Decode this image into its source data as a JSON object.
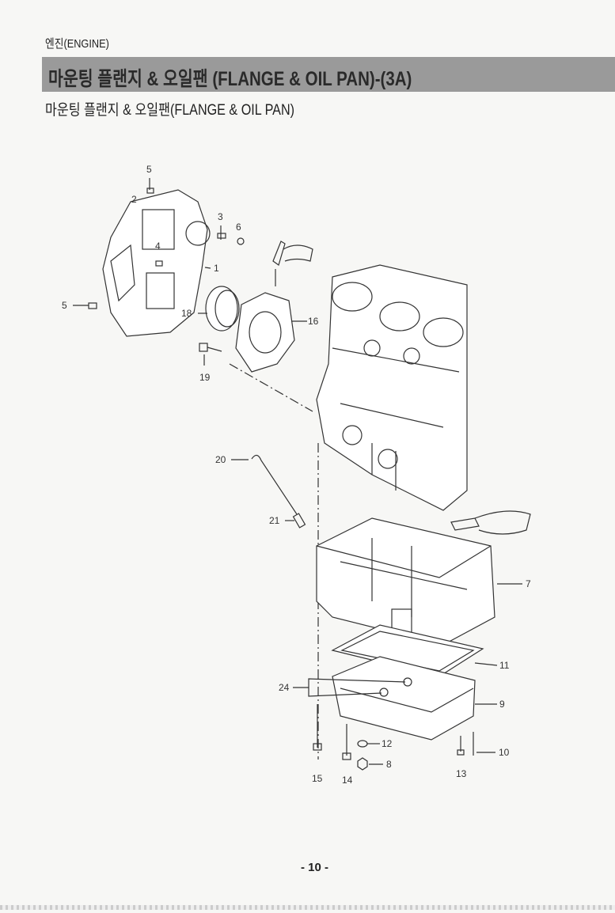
{
  "header": {
    "section": "엔진(ENGINE)",
    "banner_title": "마운팅  플랜지 & 오일팬 (FLANGE & OIL PAN)-(3A)",
    "subtitle": "마운팅 플랜지 & 오일팬(FLANGE & OIL PAN)"
  },
  "diagram": {
    "callouts": [
      "5",
      "2",
      "3",
      "6",
      "4",
      "1",
      "5",
      "18",
      "16",
      "19",
      "20",
      "21",
      "7",
      "11",
      "24",
      "9",
      "12",
      "10",
      "8",
      "13",
      "15",
      "14"
    ]
  },
  "footer": {
    "page_number": "- 10 -"
  },
  "colors": {
    "banner": "#9a9a9a",
    "line": "#333333"
  }
}
